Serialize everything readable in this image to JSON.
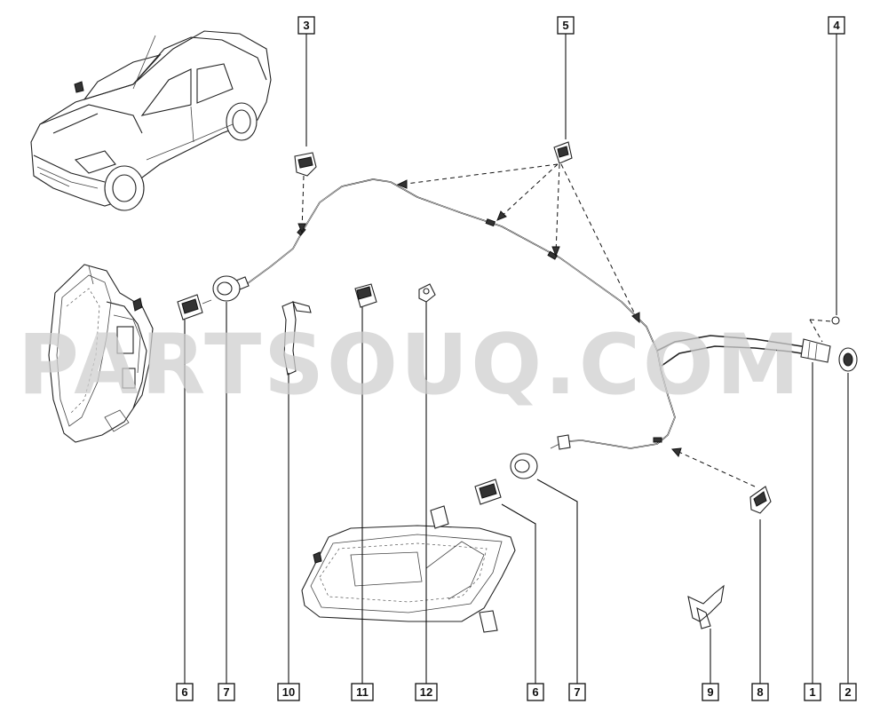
{
  "watermark": "PARTSOUQ.COM",
  "callouts": {
    "top_3": "3",
    "top_5": "5",
    "top_4": "4",
    "bottom_6a": "6",
    "bottom_7a": "7",
    "bottom_10": "10",
    "bottom_11": "11",
    "bottom_12": "12",
    "bottom_6b": "6",
    "bottom_7b": "7",
    "bottom_9": "9",
    "bottom_8": "8",
    "bottom_1": "1",
    "bottom_2": "2"
  }
}
